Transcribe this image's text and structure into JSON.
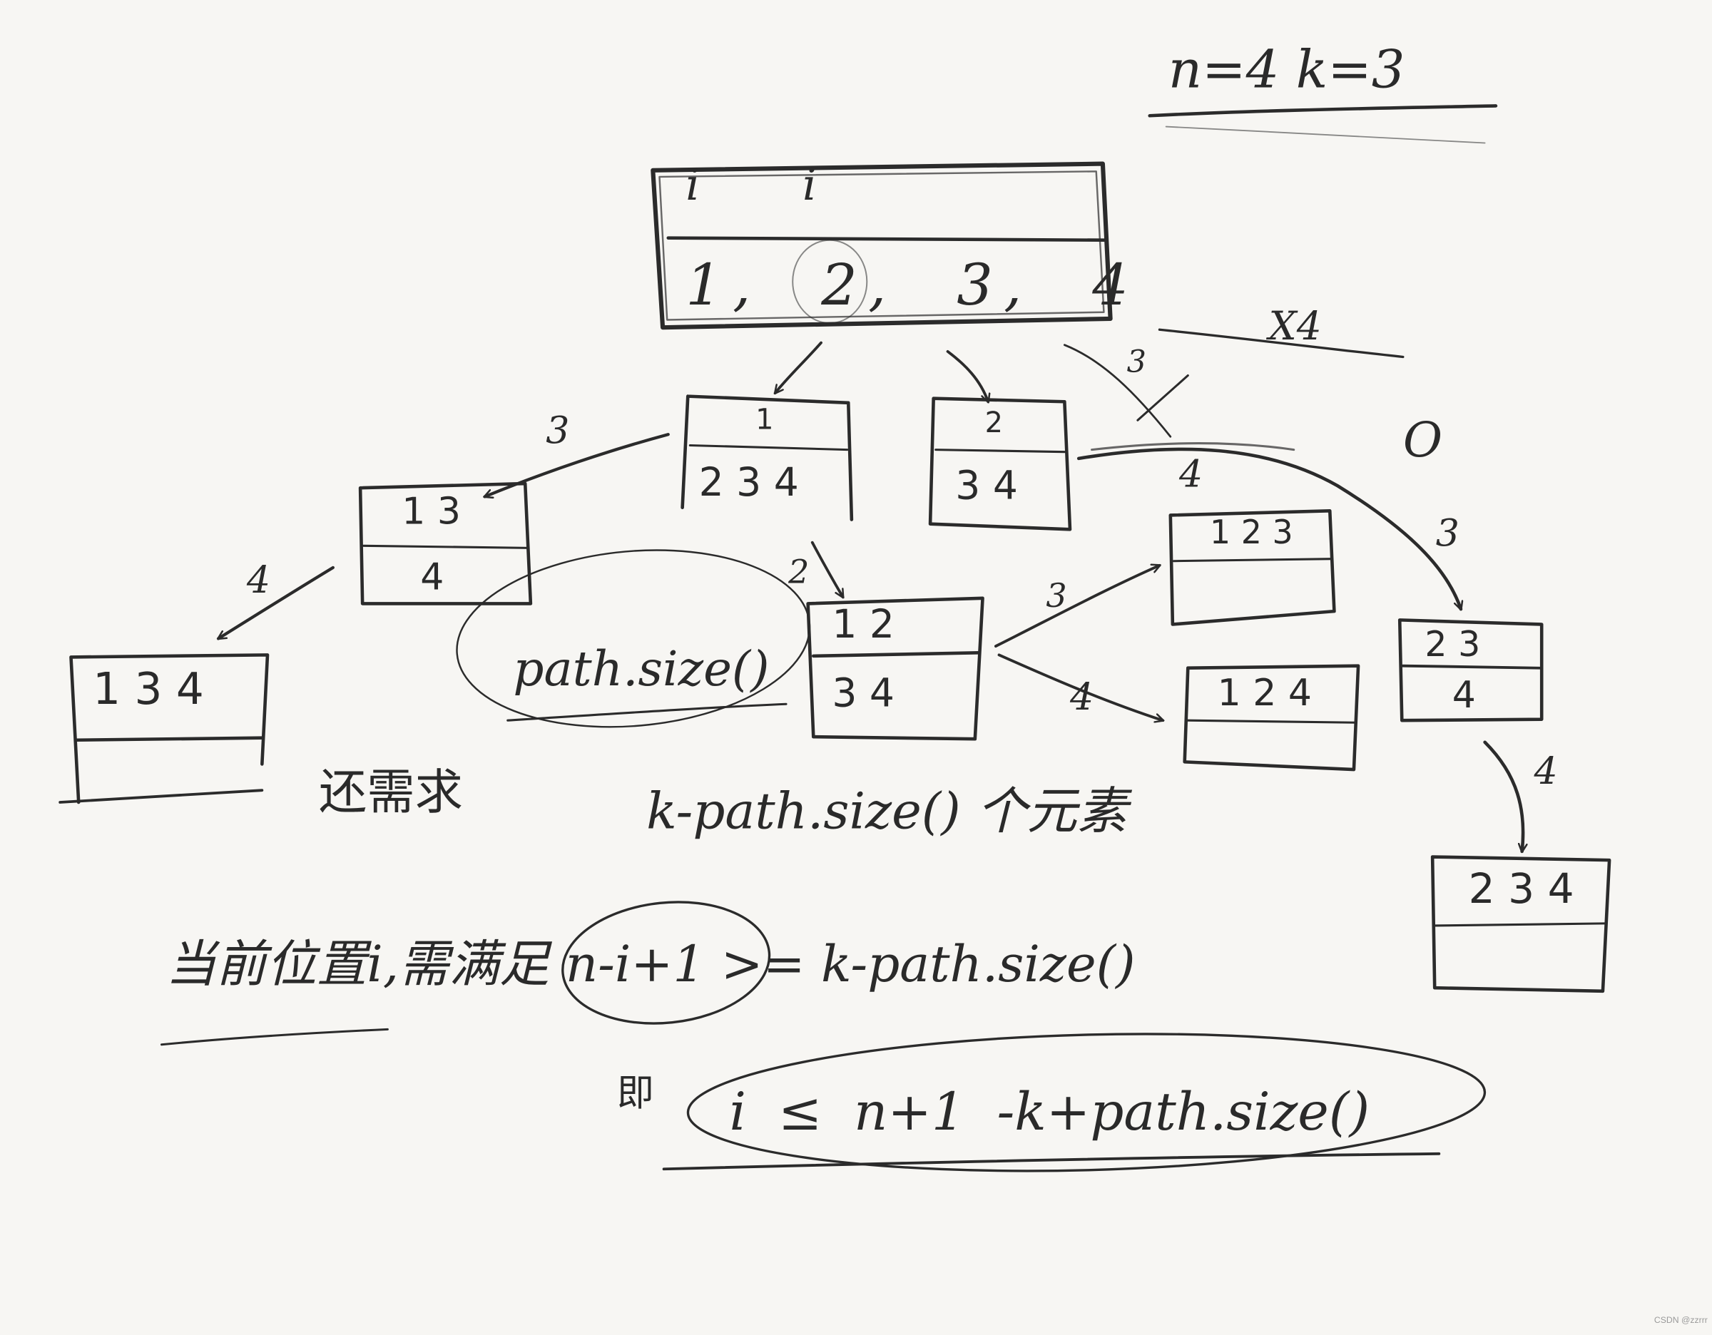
{
  "header": {
    "params": "n=4   k=3",
    "crossed_note": "X4"
  },
  "root": {
    "top_marks": [
      "i",
      "i"
    ],
    "values": "1, 2, 3, 4"
  },
  "nodes": {
    "n1": {
      "top": "1",
      "bottom": "2 3 4"
    },
    "n2": {
      "top": "2",
      "bottom": "3 4"
    },
    "n13": {
      "top": "1 3",
      "bottom": "4"
    },
    "n134": {
      "top": "1 3 4",
      "bottom": ""
    },
    "n12": {
      "top": "1 2",
      "bottom": "3 4"
    },
    "n123": {
      "top": "1 2 3",
      "bottom": ""
    },
    "n124": {
      "top": "1 2 4",
      "bottom": ""
    },
    "n23": {
      "top": "2 3",
      "bottom": "4"
    },
    "n234": {
      "top": "2 3 4",
      "bottom": ""
    }
  },
  "edge_labels": {
    "n1_to_n13": "3",
    "n13_to_n134": "4",
    "n1_to_n12": "2",
    "n12_to_n123": "3",
    "n12_to_n124": "4",
    "root_to_n3_crossed": "3",
    "n2_to_n23": "4",
    "circle_mark": "O",
    "to_n23": "3",
    "n23_to_n234": "4"
  },
  "notes": {
    "path_size": "path.size()",
    "still_need": "还需求",
    "k_minus": "k-path.size() 个元素",
    "condition": "当前位置i,需满足 n-i+1 >= k-path.size()",
    "result_prefix": "即",
    "result": "i ≤ n+1 -k+path.size()"
  },
  "watermark": "CSDN @zzrrr"
}
